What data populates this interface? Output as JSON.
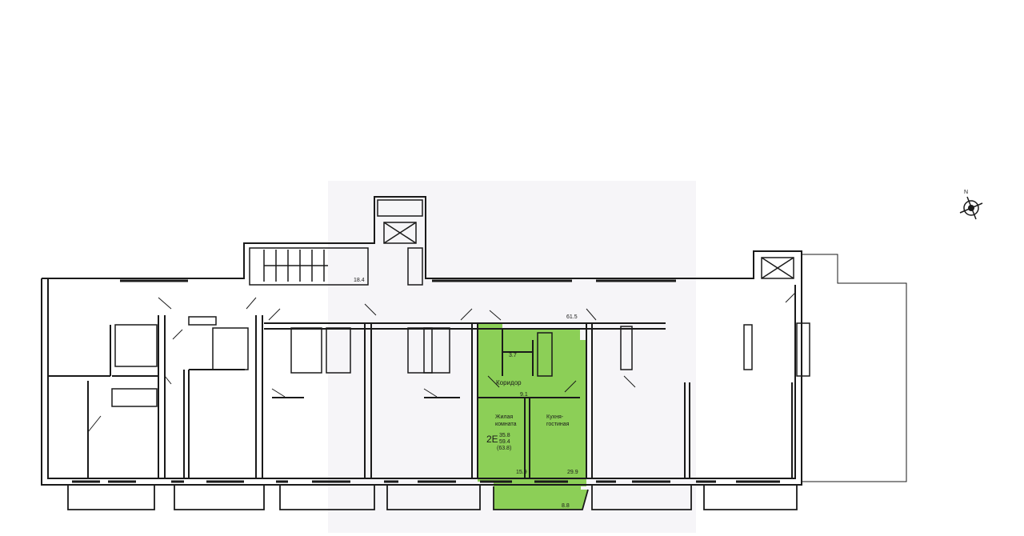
{
  "highlight_color": "#8ccf57",
  "compass": {
    "label": "N",
    "icon": "compass-rose-icon"
  },
  "apartment": {
    "type": "2Е",
    "living_area": "35.8",
    "total_area": "59.4",
    "total_with_loggia": "(63.8)"
  },
  "rooms": {
    "living_room": {
      "line1": "Жилая",
      "line2": "комната"
    },
    "kitchen": {
      "line1": "Кухня-",
      "line2": "гостиная"
    },
    "corridor": "Коридор"
  },
  "areas": {
    "corridor": "9.1",
    "living": "15.9",
    "kitchen": "29.9",
    "loggia": "8.8",
    "bath": "3.7",
    "stair_left": "18.4",
    "hall": "61.5"
  }
}
